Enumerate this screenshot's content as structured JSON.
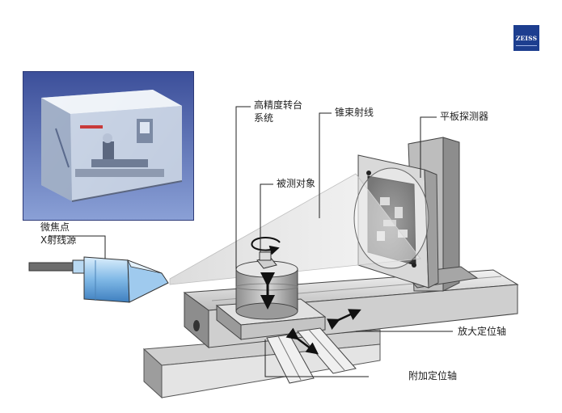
{
  "logo": {
    "text": "ZEISS",
    "color": "#1d3e8f"
  },
  "labels": {
    "rotary_stage": [
      "高精度转台",
      "系统"
    ],
    "cone_beam": "锥束射线",
    "flat_panel": "平板探测器",
    "test_object": "被测对象",
    "xray_source": [
      "微焦点",
      "X射线源"
    ],
    "magnification_axis": "放大定位轴",
    "additional_axis": "附加定位轴"
  },
  "photo": {
    "description_icon": "ct-machine-photo"
  }
}
